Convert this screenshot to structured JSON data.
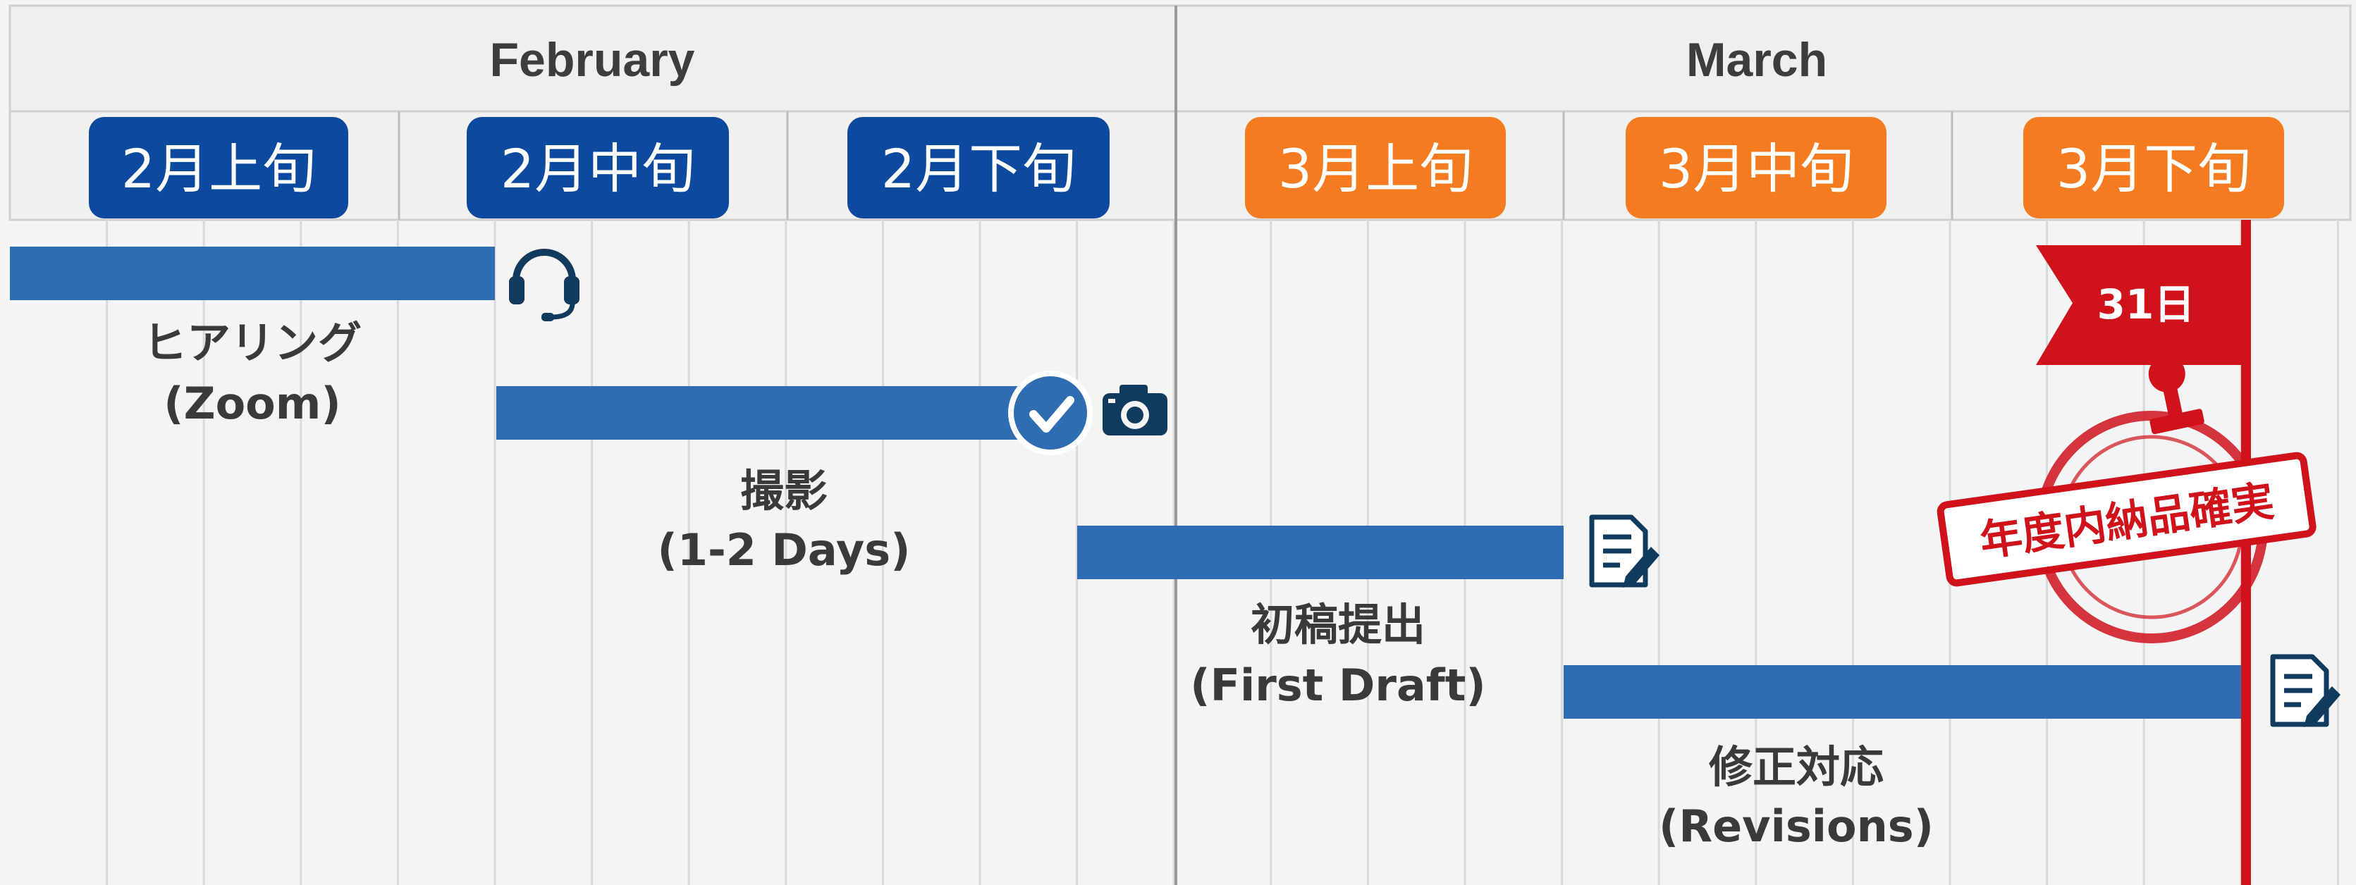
{
  "header": {
    "months": [
      "February",
      "March"
    ],
    "periods": [
      {
        "label": "2月上旬",
        "month": "February"
      },
      {
        "label": "2月中旬",
        "month": "February"
      },
      {
        "label": "2月下旬",
        "month": "February"
      },
      {
        "label": "3月上旬",
        "month": "March"
      },
      {
        "label": "3月中旬",
        "month": "March"
      },
      {
        "label": "3月下旬",
        "month": "March"
      }
    ]
  },
  "tasks": [
    {
      "name": "ヒアリング",
      "subtitle": "(Zoom)",
      "icon": "headset-icon"
    },
    {
      "name": "撮影",
      "subtitle": "(1-2 Days)",
      "icon": "camera-icon",
      "status": "completed"
    },
    {
      "name": "初稿提出",
      "subtitle": "(First Draft)",
      "icon": "document-edit-icon"
    },
    {
      "name": "修正対応",
      "subtitle": "(Revisions)",
      "icon": "document-edit-icon"
    }
  ],
  "deadline": {
    "flag_label": "31日",
    "stamp_text": "年度内納品確実"
  },
  "colors": {
    "february_badge": "#0b4a9e",
    "march_badge": "#f47b20",
    "task_bar": "#2f6db3",
    "deadline_red": "#d0121b",
    "grid_line": "#dadada",
    "header_bg": "#efefef"
  }
}
